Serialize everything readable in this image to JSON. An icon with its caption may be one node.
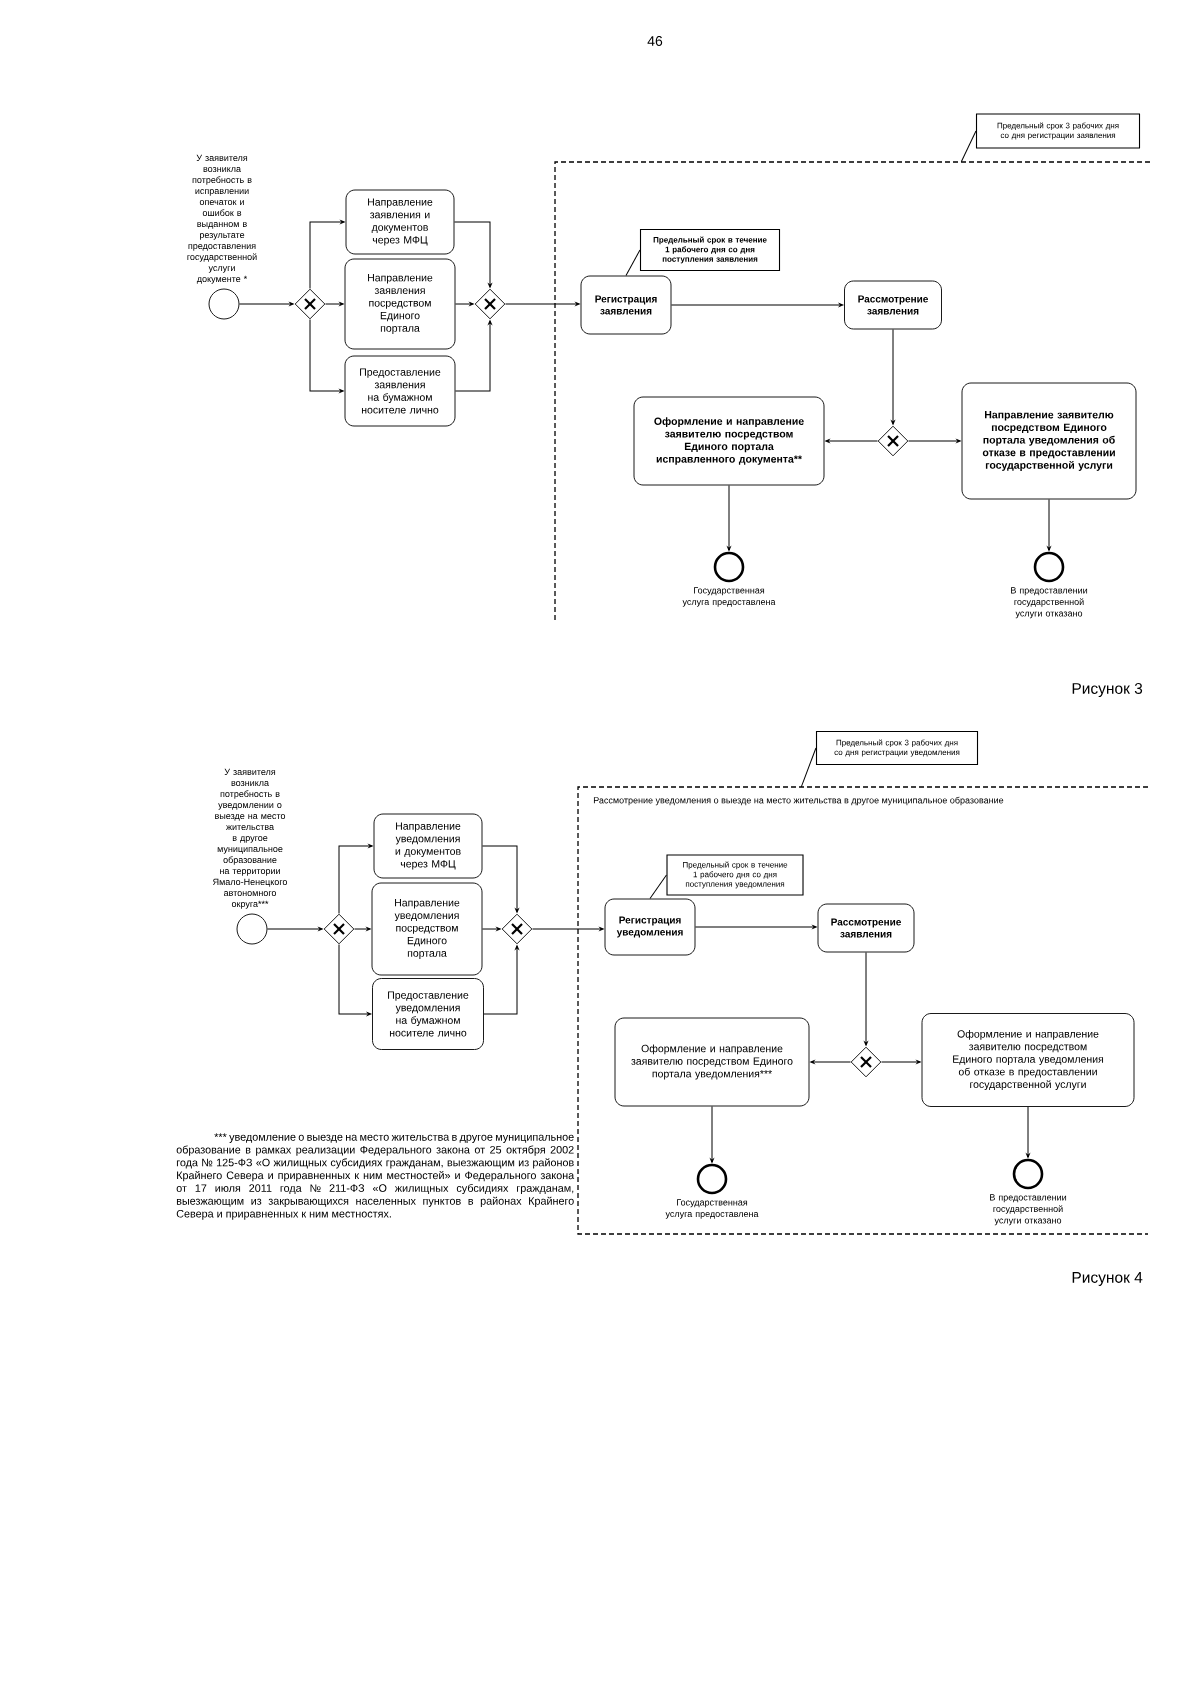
{
  "diagram": {
    "nodes": [
      {
        "text": [],
        "shape": "circle",
        "beside": [
          "У заявителя возникла потребность в исправлении опечаток и ошибок в выданном в результате предоставления государственной услуги документе *"
        ]
      },
      {
        "text": [],
        "shape": "diamond"
      },
      {
        "text": [
          "Направление заявления и документов через МФЦ"
        ]
      },
      {
        "text": [
          "Направление заявления посредством Единого портала"
        ]
      },
      {
        "text": [
          "Предоставление заявления на бумажном носителе лично"
        ]
      },
      {
        "text": [],
        "shape": "diamond"
      },
      {
        "text": [
          "Предельный срок 3 рабочих дня со дня регистрации заявления"
        ]
      },
      {
        "text": [],
        "shape": "box"
      },
      {
        "text": [
          "Предельный срок в течение 1 рабочего дня со дня поступления заявления"
        ],
        "in": 7
      },
      {
        "text": [
          "Регистрация заявления"
        ],
        "in": 7
      },
      {
        "text": [
          "Рассмотрение заявления"
        ],
        "in": 7
      },
      {
        "text": [],
        "shape": "diamond",
        "in": 7
      },
      {
        "text": [
          "Оформление и направление заявителю посредством Единого портала исправленного документа**"
        ],
        "in": 7
      },
      {
        "text": [
          "Направление заявителю посредством Единого портала уведомления об отказе в предоставлении государственной услуги"
        ],
        "in": 7
      },
      {
        "text": [],
        "shape": "circle",
        "in": 7,
        "beside": [
          "Государственная услуга предоставлена"
        ]
      },
      {
        "text": [],
        "shape": "circle",
        "in": 7,
        "beside": [
          "В предоставлении государственной услуги отказано"
        ]
      },
      {
        "text": [],
        "shape": "circle",
        "beside": [
          "У заявителя возникла потребность в уведомлении о выезде на место жительства в другое муниципальное образование на территории Ямало-Ненецкого автономного округа***"
        ]
      },
      {
        "text": [],
        "shape": "diamond"
      },
      {
        "text": [
          "Направление уведомления и документов через МФЦ"
        ]
      },
      {
        "text": [
          "Направление уведомления посредством Единого портала"
        ]
      },
      {
        "text": [
          "Предоставление уведомления на бумажном носителе лично"
        ]
      },
      {
        "text": [],
        "shape": "diamond"
      },
      {
        "text": [
          "Предельный срок 3 рабочих дня со дня регистрации уведомления"
        ]
      },
      {
        "text": [
          "Рассмотрение уведомления о выезде на место жительства в другое муниципальное образование"
        ]
      },
      {
        "text": [
          "Предельный срок в течение 1 рабочего дня со дня поступления уведомления"
        ],
        "in": 23
      },
      {
        "text": [
          "Регистрация уведомления"
        ],
        "in": 23
      },
      {
        "text": [
          "Рассмотрение заявления"
        ],
        "in": 23
      },
      {
        "text": [],
        "shape": "diamond",
        "in": 23
      },
      {
        "text": [
          "Оформление и направление заявителю посредством Единого портала уведомления***"
        ],
        "in": 23
      },
      {
        "text": [
          "Оформление и направление заявителю посредством Единого портала уведомления об отказе в предоставлении государственной услуги"
        ],
        "in": 23
      },
      {
        "text": [],
        "shape": "circle",
        "in": 23,
        "beside": [
          "Государственная услуга предоставлена"
        ]
      },
      {
        "text": [],
        "shape": "circle",
        "in": 23,
        "beside": [
          "В предоставлении государственной услуги отказано"
        ]
      }
    ],
    "edges": [
      {
        "from": 0,
        "to": 1,
        "arrow": "to"
      },
      {
        "from": 1,
        "to": 2,
        "arrow": "to"
      },
      {
        "from": 1,
        "to": 3,
        "arrow": "to"
      },
      {
        "from": 1,
        "to": 4,
        "arrow": "to"
      },
      {
        "from": 2,
        "to": 5,
        "arrow": "to"
      },
      {
        "from": 3,
        "to": 5,
        "arrow": "to"
      },
      {
        "from": 4,
        "to": 5,
        "arrow": "to"
      },
      {
        "from": 5,
        "to": 9,
        "arrow": "to"
      },
      {
        "from": 6,
        "to": 7,
        "arrow": "none"
      },
      {
        "from": 8,
        "to": 9,
        "arrow": "none"
      },
      {
        "from": 9,
        "to": 10,
        "arrow": "to"
      },
      {
        "from": 10,
        "to": 11,
        "arrow": "to"
      },
      {
        "from": 11,
        "to": 12,
        "arrow": "to"
      },
      {
        "from": 11,
        "to": 13,
        "arrow": "to"
      },
      {
        "from": 12,
        "to": 14,
        "arrow": "to"
      },
      {
        "from": 13,
        "to": 15,
        "arrow": "to"
      },
      {
        "from": 16,
        "to": 17,
        "arrow": "to"
      },
      {
        "from": 17,
        "to": 18,
        "arrow": "to"
      },
      {
        "from": 17,
        "to": 19,
        "arrow": "to"
      },
      {
        "from": 17,
        "to": 20,
        "arrow": "to"
      },
      {
        "from": 18,
        "to": 21,
        "arrow": "to"
      },
      {
        "from": 19,
        "to": 21,
        "arrow": "to"
      },
      {
        "from": 20,
        "to": 21,
        "arrow": "to"
      },
      {
        "from": 21,
        "to": 25,
        "arrow": "to"
      },
      {
        "from": 22,
        "to": 23,
        "arrow": "none"
      },
      {
        "from": 24,
        "to": 25,
        "arrow": "none"
      },
      {
        "from": 25,
        "to": 26,
        "arrow": "to"
      },
      {
        "from": 26,
        "to": 27,
        "arrow": "to"
      },
      {
        "from": 27,
        "to": 28,
        "arrow": "to"
      },
      {
        "from": 27,
        "to": 29,
        "arrow": "to"
      },
      {
        "from": 28,
        "to": 30,
        "arrow": "to"
      },
      {
        "from": 29,
        "to": 31,
        "arrow": "to"
      }
    ],
    "labels": [
      "46",
      "Рисунок 3",
      "*** уведомление о выезде на место жительства в другое муниципальное образование в рамках реализации Федерального закона от 25 октября 2002 года № 125-ФЗ «О жилищных субсидиях гражданам, выезжающим из районов Крайнего Севера и приравненных к ним местностей» и Федерального закона от 17 июля 2011 года № 211-ФЗ «О жилищных субсидиях гражданам, выезжающим из закрывающихся населенных пунктов в районах Крайнего Севера и приравненных к ним местностях.",
      "Рисунок 4"
    ]
  }
}
